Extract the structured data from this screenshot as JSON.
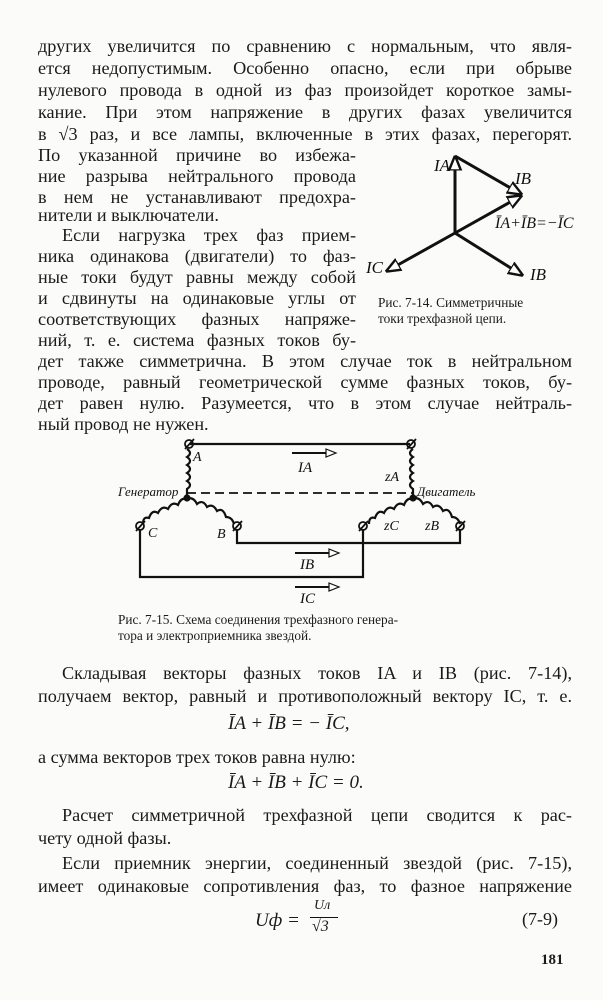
{
  "paragraph1": [
    "других увеличится по сравнению с нормальным, что явля-",
    "ется недопустимым. Особенно опасно, если при обрыве",
    "нулевого провода в одной из фаз произойдет короткое замы-",
    "кание. При этом напряжение в других фазах увеличится",
    "в √3 раз, и все лампы, включенные в этих фазах, перегорят.",
    "По указанной причине во избежа-",
    "ние разрыва нейтрального провода",
    "в нем не устанавливают предохра-",
    "нители и выключатели."
  ],
  "paragraph2": [
    "Если нагрузка трех фаз прием-",
    "ника одинакова (двигатели) то фаз-",
    "ные токи будут равны между собой",
    "и сдвинуты на одинаковые углы от",
    "соответствующих фазных напряже-",
    "ний, т. е. система фазных токов бу-",
    "дет также симметрична. В этом случае ток в нейтральном",
    "проводе, равный геометрической сумме фазных токов, бу-",
    "дет равен нулю. Разумеется, что в этом случае нейтраль-",
    "ный провод не нужен."
  ],
  "figure_7_14": {
    "labels": {
      "ia": "IA",
      "ib_top": "IB",
      "sum": "ĪA+ĪB=−ĪC",
      "ic": "IC",
      "ib_bottom": "IB"
    },
    "caption": [
      "Рис. 7-14. Симметричные",
      "токи трехфазной цепи."
    ]
  },
  "figure_7_15": {
    "labels": {
      "generator": "Генератор",
      "motor": "Двигатель",
      "a": "A",
      "b": "B",
      "c": "C",
      "za": "zA",
      "zb": "zB",
      "zc": "zC",
      "ia": "IA",
      "ib": "IB",
      "ic": "IC"
    },
    "caption": [
      "Рис. 7-15. Схема соединения трехфазного генера-",
      "тора и электроприемника звездой."
    ]
  },
  "paragraph3": [
    "Складывая векторы фазных токов IA и IB (рис. 7-14),",
    "получаем вектор, равный и противоположный вектору IC, т. е."
  ],
  "formula1": "ĪA + ĪB = − ĪC,",
  "paragraph4": "а сумма векторов трех токов равна нулю:",
  "formula2": "ĪA + ĪB + ĪC = 0.",
  "paragraph5": [
    "Расчет симметричной трехфазной цепи сводится к рас-",
    "чету одной фазы."
  ],
  "paragraph6": [
    "Если приемник энергии, соединенный звездой (рис. 7-15),",
    "имеет одинаковые сопротивления фаз, то фазное напряжение"
  ],
  "formula3": {
    "lhs": "Uф =",
    "numerator": "Uл",
    "denominator": "√3",
    "number": "(7-9)"
  },
  "page_number": "181"
}
